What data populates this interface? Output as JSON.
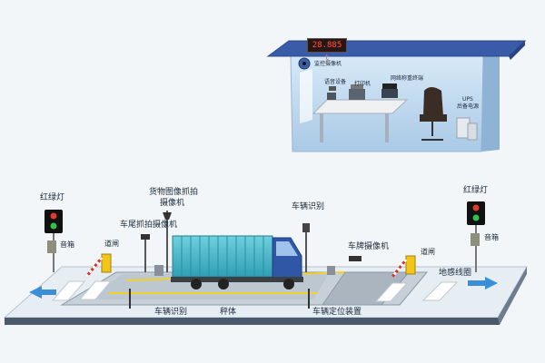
{
  "colors": {
    "ground_platform": "#dfe8ef",
    "ground_edge": "#9fb0c0",
    "scale_deck": "#c9d2da",
    "room_wall": "#bcd7ee",
    "room_roof": "#3a5ca8",
    "container": "#46b7c9",
    "truck_cab": "#2f57a6",
    "arrow": "#3a8fd8",
    "rail": "#f2d12b"
  },
  "display": {
    "weight_readout": "28.885 t"
  },
  "control_room": {
    "surveillance_camera": "监控摄像机",
    "voice_device": "语音设备",
    "printer": "打印机",
    "terminal": "网络称重终端",
    "ups_line1": "UPS",
    "ups_line2": "后备电源"
  },
  "site": {
    "traffic_light_left": "红绿灯",
    "traffic_light_right": "红绿灯",
    "speaker_left": "音箱",
    "speaker_right": "音箱",
    "gate_left": "道闸",
    "gate_right": "道闸",
    "cargo_camera_line1": "货物图像抓拍",
    "cargo_camera_line2": "摄像机",
    "rear_camera": "车尾抓拍摄像机",
    "vehicle_id_top": "车辆识别",
    "plate_camera": "车牌摄像机",
    "ground_loop": "地感线圈",
    "vehicle_id_bottom": "车辆识别",
    "scale_body": "秤体",
    "positioning_device": "车辆定位装置"
  }
}
